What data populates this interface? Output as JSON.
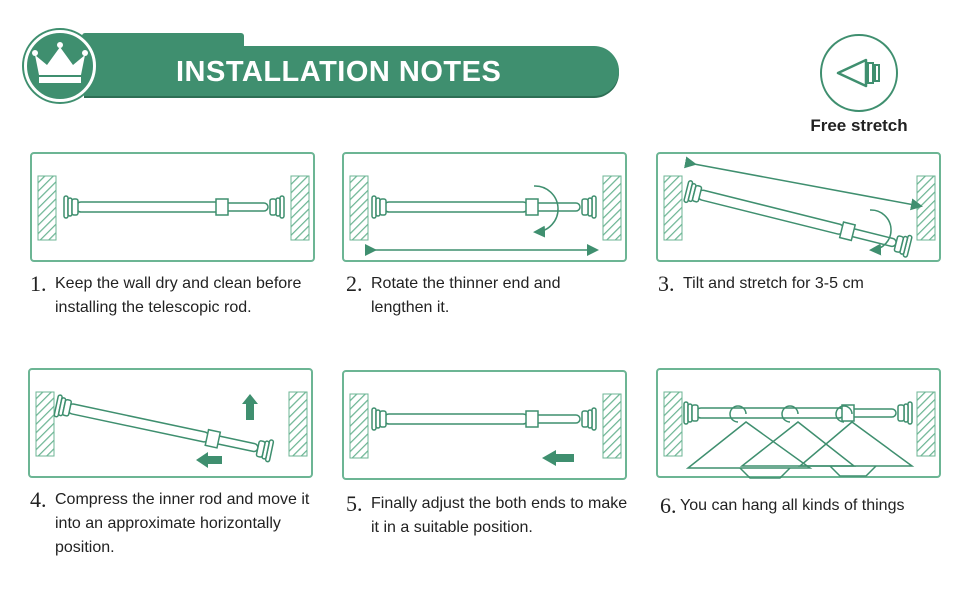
{
  "header": {
    "title": "INSTALLATION NOTES",
    "badge_icon": "crown-icon"
  },
  "feature": {
    "icon": "telescopic-end-icon",
    "label": "Free stretch"
  },
  "colors": {
    "accent": "#3f8f6f",
    "panel_border": "#6cb594"
  },
  "steps": [
    {
      "number": "1.",
      "text": "Keep the wall dry and clean before installing the telescopic rod."
    },
    {
      "number": "2.",
      "text": "Rotate the thinner end and lengthen it."
    },
    {
      "number": "3.",
      "text": "Tilt and stretch for 3-5 cm"
    },
    {
      "number": "4.",
      "text": "Compress the inner rod and move it into an approximate horizontally position."
    },
    {
      "number": "5.",
      "text": "Finally adjust the both ends to make it in a suitable position."
    },
    {
      "number": "6.",
      "text": "You can hang all kinds of things"
    }
  ]
}
